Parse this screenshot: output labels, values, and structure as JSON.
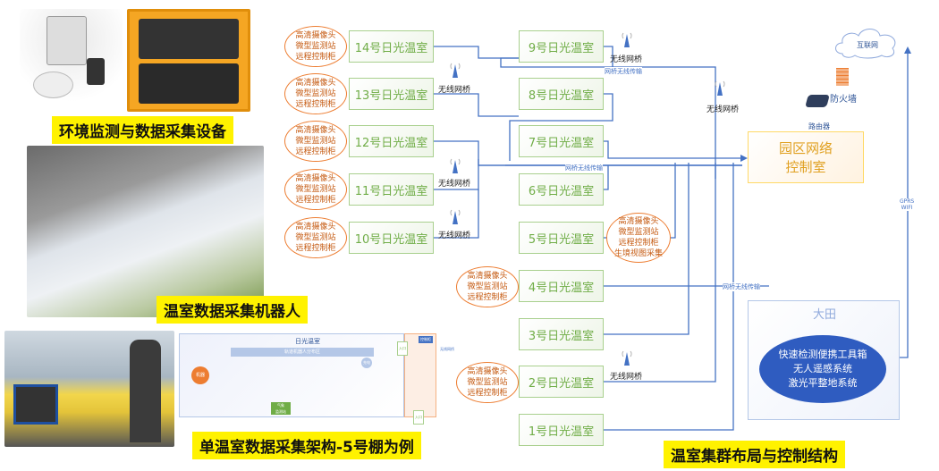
{
  "labels": {
    "devices": "环境监测与数据采集设备",
    "robot": "温室数据采集机器人",
    "single": "单温室数据采集架构-5号棚为例",
    "cluster": "温室集群布局与控制结构"
  },
  "ellipse_lines": [
    "高清摄像头",
    "微型监测站",
    "远程控制柜"
  ],
  "ellipse5_lines": [
    "高清摄像头",
    "微型监测站",
    "远程控制柜",
    "生境视图采集"
  ],
  "left_houses": [
    "14号日光温室",
    "13号日光温室",
    "12号日光温室",
    "11号日光温室",
    "10号日光温室"
  ],
  "mid_houses": [
    "9号日光温室",
    "8号日光温室",
    "7号日光温室",
    "6号日光温室",
    "5号日光温室",
    "4号日光温室",
    "3号日光温室",
    "2号日光温室",
    "1号日光温室"
  ],
  "bridge": "无线网桥",
  "transfer": "网桥无线传输",
  "control_room": [
    "园区网络",
    "控制室"
  ],
  "field": {
    "title": "大田",
    "items": [
      "快速检测便携工具箱",
      "无人遥感系统",
      "激光平整地系统"
    ]
  },
  "internet": "互联网",
  "firewall": "防火墙",
  "router": "路由器",
  "gprs": [
    "GPRS",
    "WIFI"
  ],
  "schema": {
    "title": "日光温室",
    "rail": "轨道机器人分布区",
    "cabinet": "控制柜",
    "entrance": "入口",
    "machine": "机器",
    "station": [
      "气象",
      "监测站"
    ],
    "robot_dock": "充电",
    "bridge": "无线网桥"
  }
}
